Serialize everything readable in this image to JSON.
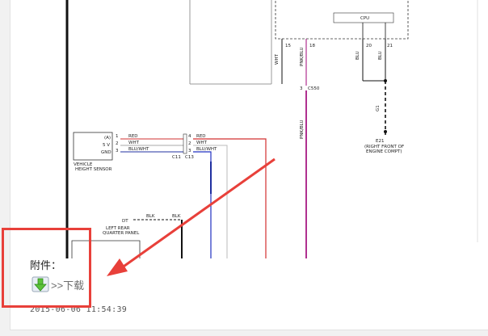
{
  "diagram": {
    "labels": {
      "cpu": "CPU",
      "sensor_a": "(A)",
      "sensor_5v": "5 V",
      "sensor_gnd": "GND",
      "sensor_name1": "VEHICLE",
      "sensor_name2": "HEIGHT SENSOR",
      "pin1": "1",
      "pin2": "2",
      "pin3": "3",
      "w_red": "RED",
      "w_wht": "WHT",
      "w_bluwht": "BLU/WHT",
      "c4": "4",
      "c2": "2",
      "c3": "3",
      "r_red": "RED",
      "r_wht": "WHT",
      "r_bluwht": "BLU/WHT",
      "c11": "C11",
      "c13": "C13",
      "e21": "E21",
      "e21_desc1": "(RIGHT FRONT OF",
      "e21_desc2": "ENGINE COMPT)",
      "g_label": "G1",
      "blk": "BLK",
      "dt": "DT",
      "left_rear1": "LEFT REAR",
      "left_rear2": "QUARTER PANEL",
      "v_wht": "WHT",
      "v_pnkblu": "PNK/BLU",
      "v_blu1": "BLU",
      "v_blu2": "BLU",
      "pin15": "15",
      "pin18": "18",
      "pin20": "20",
      "pin21": "21",
      "pin3b": "3",
      "c550": "C550",
      "pnk_blu_lower": "PNK/BLU",
      "blk2": "BLK"
    }
  },
  "attachment": {
    "title": "附件：",
    "download_label": ">>下载",
    "timestamp": "2015-06-06 11:54:39"
  }
}
